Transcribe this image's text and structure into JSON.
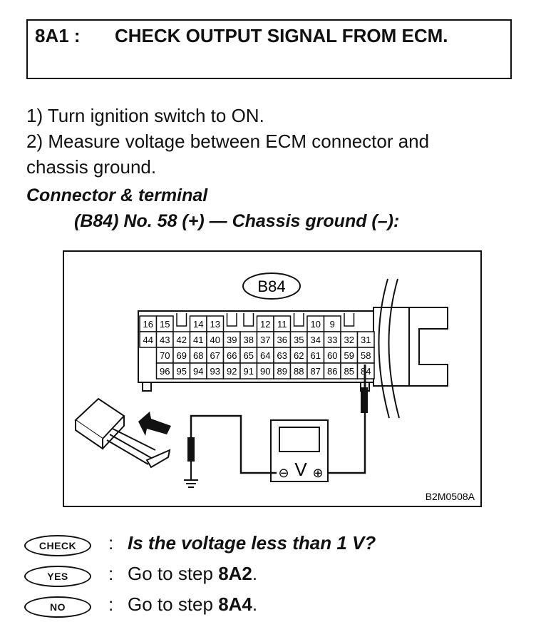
{
  "header": {
    "step_number": "8A1 :",
    "title": "CHECK OUTPUT SIGNAL FROM ECM."
  },
  "instructions": [
    "1)  Turn ignition switch to ON.",
    "2)  Measure voltage between ECM connector and",
    "chassis ground."
  ],
  "connector": {
    "heading": "Connector & terminal",
    "spec": "(B84) No. 58 (+) — Chassis ground (–):"
  },
  "diagram": {
    "connector_label": "B84",
    "row1": [
      "16",
      "15",
      "",
      "14",
      "13",
      "",
      "",
      "12",
      "11",
      "",
      "10",
      "9",
      ""
    ],
    "row2": [
      "44",
      "43",
      "42",
      "41",
      "40",
      "39",
      "38",
      "37",
      "36",
      "35",
      "34",
      "33",
      "32",
      "31"
    ],
    "row3": [
      "",
      "70",
      "69",
      "68",
      "67",
      "66",
      "65",
      "64",
      "63",
      "62",
      "61",
      "60",
      "59",
      "58"
    ],
    "row4": [
      "",
      "96",
      "95",
      "94",
      "93",
      "92",
      "91",
      "90",
      "89",
      "88",
      "87",
      "86",
      "85",
      "84"
    ],
    "meter_label": "V",
    "minus": "⊖",
    "plus": "⊕",
    "figure_code": "B2M0508A"
  },
  "qa": {
    "check": {
      "badge": "CHECK",
      "colon": ":",
      "text": "Is the voltage less than 1 V?"
    },
    "yes": {
      "badge": "YES",
      "colon": ":",
      "prefix": "Go to step ",
      "step": "8A2",
      "suffix": "."
    },
    "no": {
      "badge": "NO",
      "colon": ":",
      "prefix": "Go to step ",
      "step": "8A4",
      "suffix": "."
    }
  }
}
